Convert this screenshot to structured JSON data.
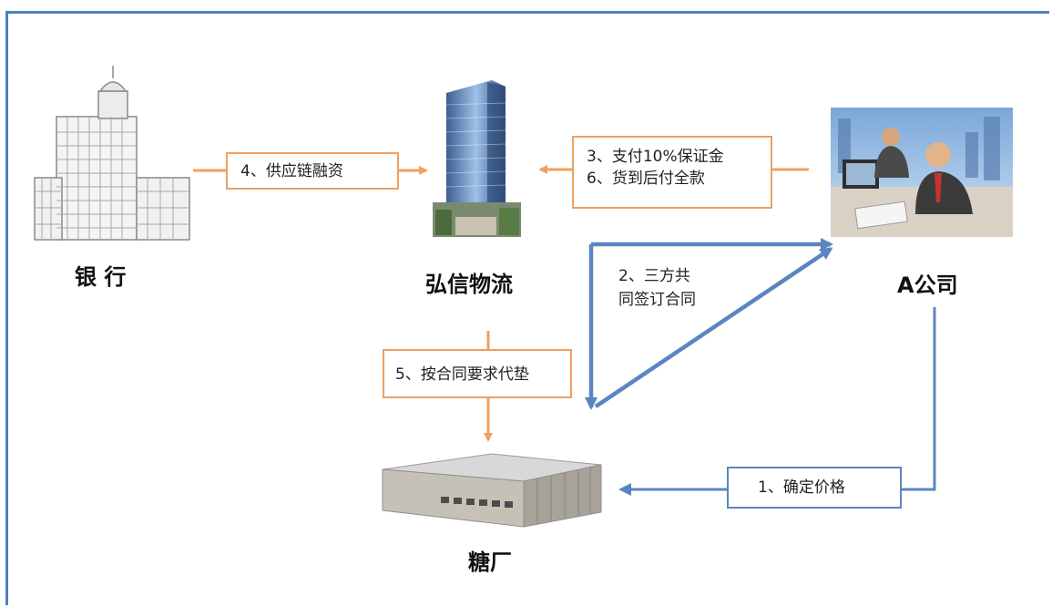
{
  "nodes": {
    "bank": "银 行",
    "logistics": "弘信物流",
    "company": "A公司",
    "factory": "糖厂"
  },
  "steps": {
    "s1": "1、确定价格",
    "s2_line1": "2、三方共",
    "s2_line2": "同签订合同",
    "s3": "3、支付10%保证金",
    "s4": "4、供应链融资",
    "s5": "5、按合同要求代垫",
    "s6": "6、货到后付全款"
  },
  "colors": {
    "orange_arrow": "#f0a060",
    "blue_arrow": "#5a86c0",
    "frame": "#4f7fbe"
  },
  "icons": [
    "bank-building-icon",
    "office-tower-icon",
    "businessman-office-icon",
    "warehouse-icon"
  ]
}
